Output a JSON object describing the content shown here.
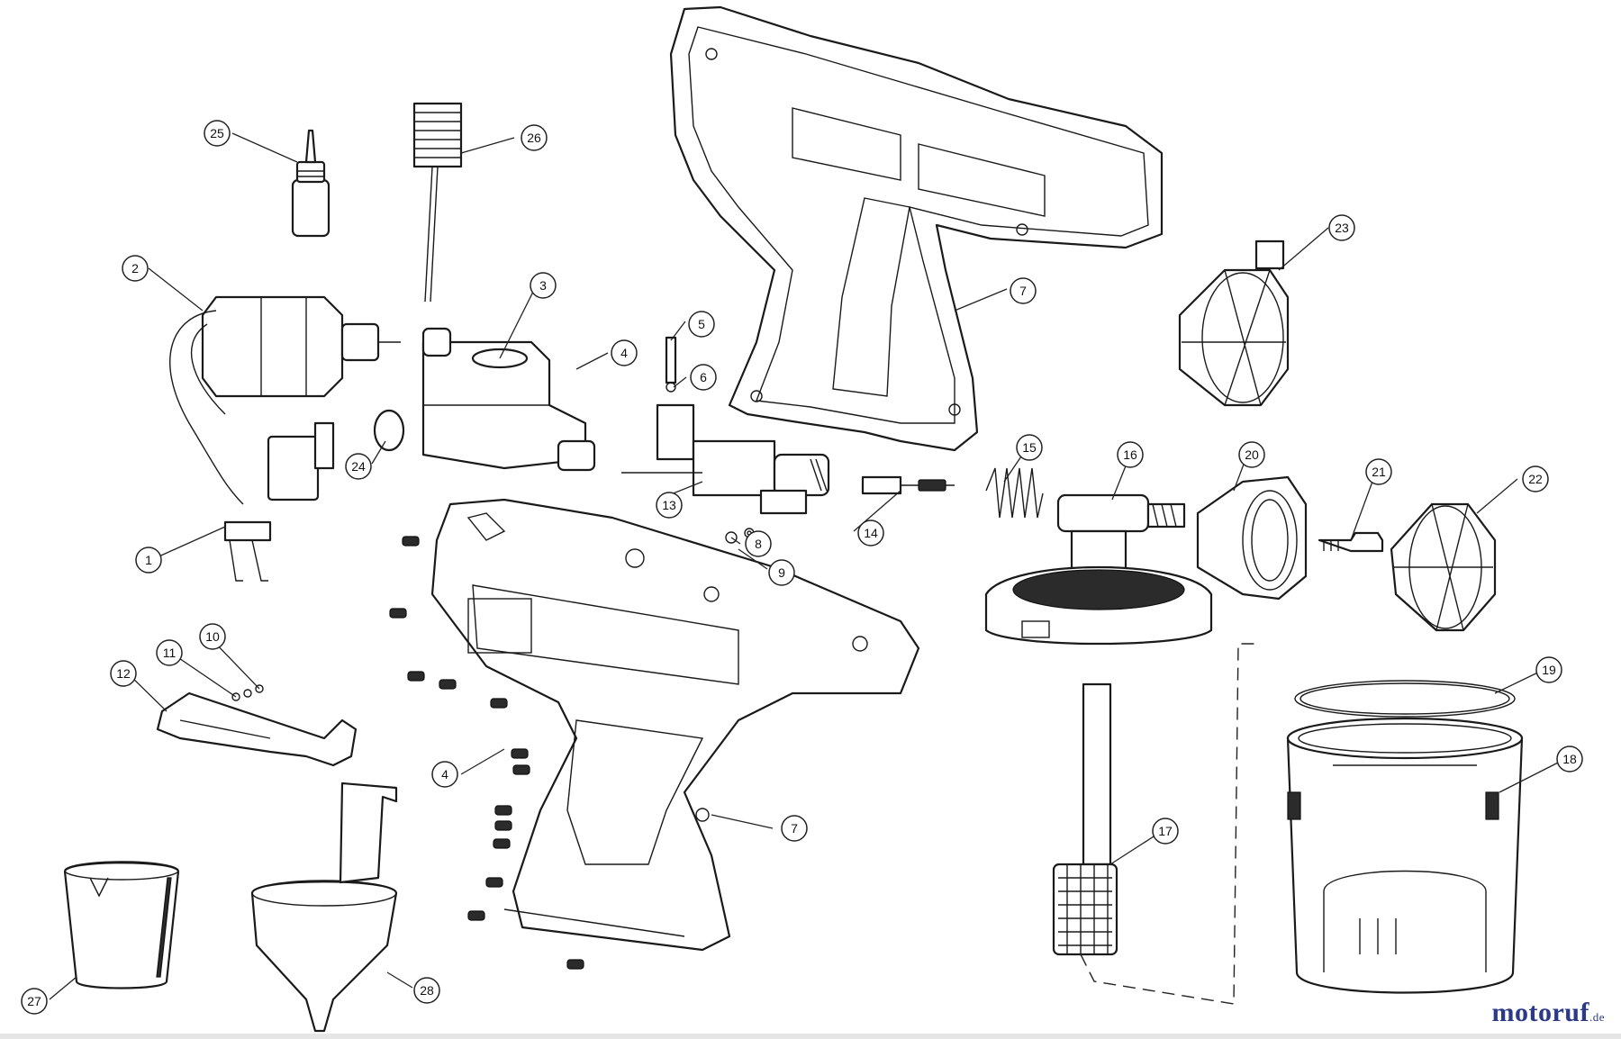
{
  "watermark": {
    "main": "motoruf",
    "accent": "",
    "suffix": ".de"
  },
  "callouts": [
    {
      "id": "1",
      "label": "1"
    },
    {
      "id": "2",
      "label": "2"
    },
    {
      "id": "3",
      "label": "3"
    },
    {
      "id": "4a",
      "label": "4"
    },
    {
      "id": "4b",
      "label": "4"
    },
    {
      "id": "5",
      "label": "5"
    },
    {
      "id": "6",
      "label": "6"
    },
    {
      "id": "7a",
      "label": "7"
    },
    {
      "id": "7b",
      "label": "7"
    },
    {
      "id": "8",
      "label": "8"
    },
    {
      "id": "9",
      "label": "9"
    },
    {
      "id": "10",
      "label": "10"
    },
    {
      "id": "11",
      "label": "11"
    },
    {
      "id": "12",
      "label": "12"
    },
    {
      "id": "13",
      "label": "13"
    },
    {
      "id": "14",
      "label": "14"
    },
    {
      "id": "15",
      "label": "15"
    },
    {
      "id": "16",
      "label": "16"
    },
    {
      "id": "17",
      "label": "17"
    },
    {
      "id": "18",
      "label": "18"
    },
    {
      "id": "19",
      "label": "19"
    },
    {
      "id": "20",
      "label": "20"
    },
    {
      "id": "21",
      "label": "21"
    },
    {
      "id": "22",
      "label": "22"
    },
    {
      "id": "23",
      "label": "23"
    },
    {
      "id": "24",
      "label": "24"
    },
    {
      "id": "25",
      "label": "25"
    },
    {
      "id": "26",
      "label": "26"
    },
    {
      "id": "27",
      "label": "27"
    },
    {
      "id": "28",
      "label": "28"
    }
  ]
}
